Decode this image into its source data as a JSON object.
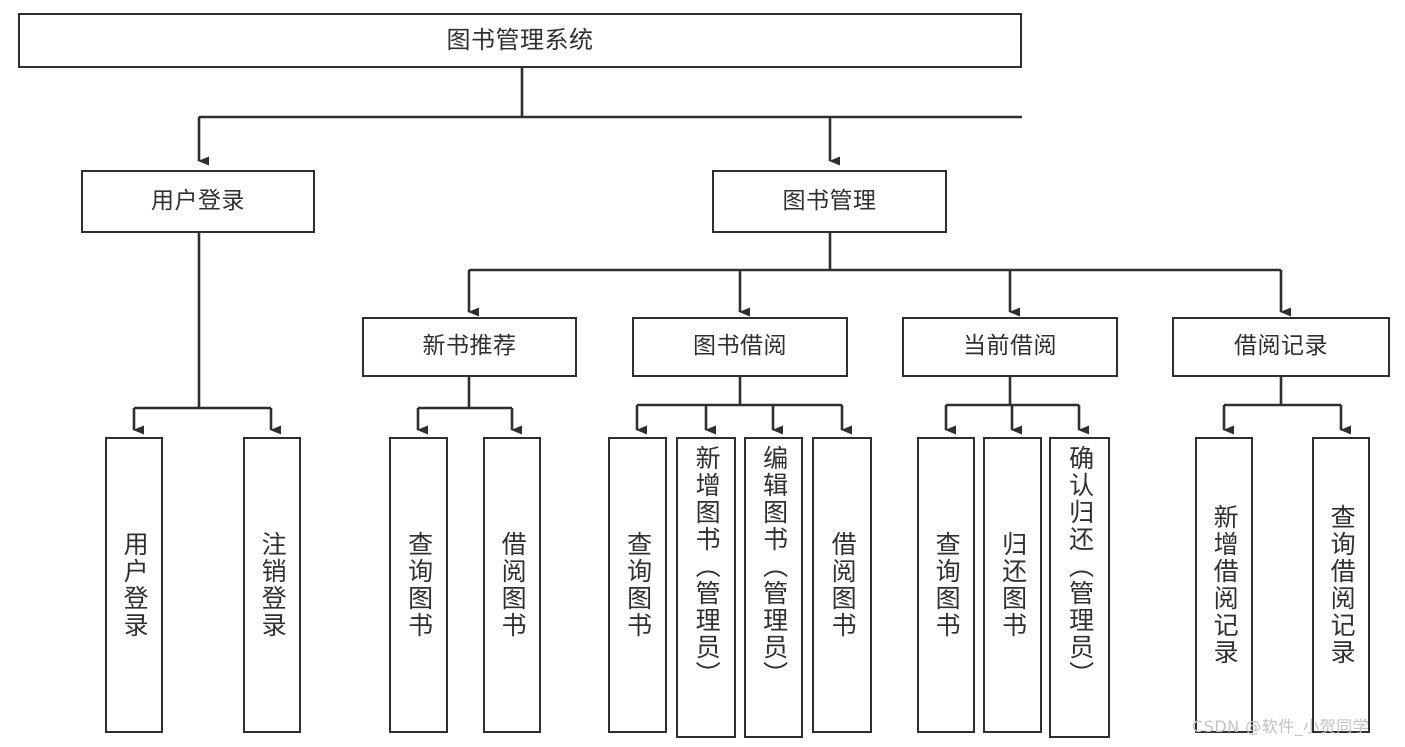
{
  "diagram": {
    "title": "图书管理系统",
    "type": "tree-hierarchy",
    "orientation": "top-down",
    "colors": {
      "box_border": "#2f2f2f",
      "box_fill": "#ffffff",
      "text": "#30302f",
      "edge": "#2f2f2f",
      "watermark": "#c2c2c2",
      "background": "#ffffff"
    },
    "watermark": "CSDN @软件_小贺同学",
    "levels": {
      "root": "图书管理系统",
      "level2": [
        "用户登录",
        "图书管理"
      ],
      "level3": [
        "新书推荐",
        "图书借阅",
        "当前借阅",
        "借阅记录"
      ],
      "leaves": [
        "用户登录",
        "注销登录",
        "查询图书",
        "借阅图书",
        "查询图书",
        "新增图书（管理员）",
        "编辑图书（管理员）",
        "借阅图书",
        "查询图书",
        "归还图书",
        "确认归还（管理员）",
        "新增借阅记录",
        "查询借阅记录"
      ]
    }
  },
  "nodes": {
    "root": {
      "label": "图书管理系统"
    },
    "user_login": {
      "label": "用户登录"
    },
    "book_manage": {
      "label": "图书管理"
    },
    "new_book_rec": {
      "label": "新书推荐"
    },
    "book_borrow": {
      "label": "图书借阅"
    },
    "current_borrow": {
      "label": "当前借阅"
    },
    "borrow_record": {
      "label": "借阅记录"
    },
    "leaf_user_login": {
      "label": "用户登录"
    },
    "leaf_logout": {
      "label": "注销登录"
    },
    "leaf_query_book_a": {
      "label": "查询图书"
    },
    "leaf_borrow_book_a": {
      "label": "借阅图书"
    },
    "leaf_query_book_b": {
      "label": "查询图书"
    },
    "leaf_add_book": {
      "label": "新增图书（管理员）"
    },
    "leaf_edit_book": {
      "label": "编辑图书（管理员）"
    },
    "leaf_borrow_book_b": {
      "label": "借阅图书"
    },
    "leaf_query_book_c": {
      "label": "查询图书"
    },
    "leaf_return_book": {
      "label": "归还图书"
    },
    "leaf_confirm_return": {
      "label": "确认归还（管理员）"
    },
    "leaf_add_record": {
      "label": "新增借阅记录"
    },
    "leaf_query_record": {
      "label": "查询借阅记录"
    }
  }
}
